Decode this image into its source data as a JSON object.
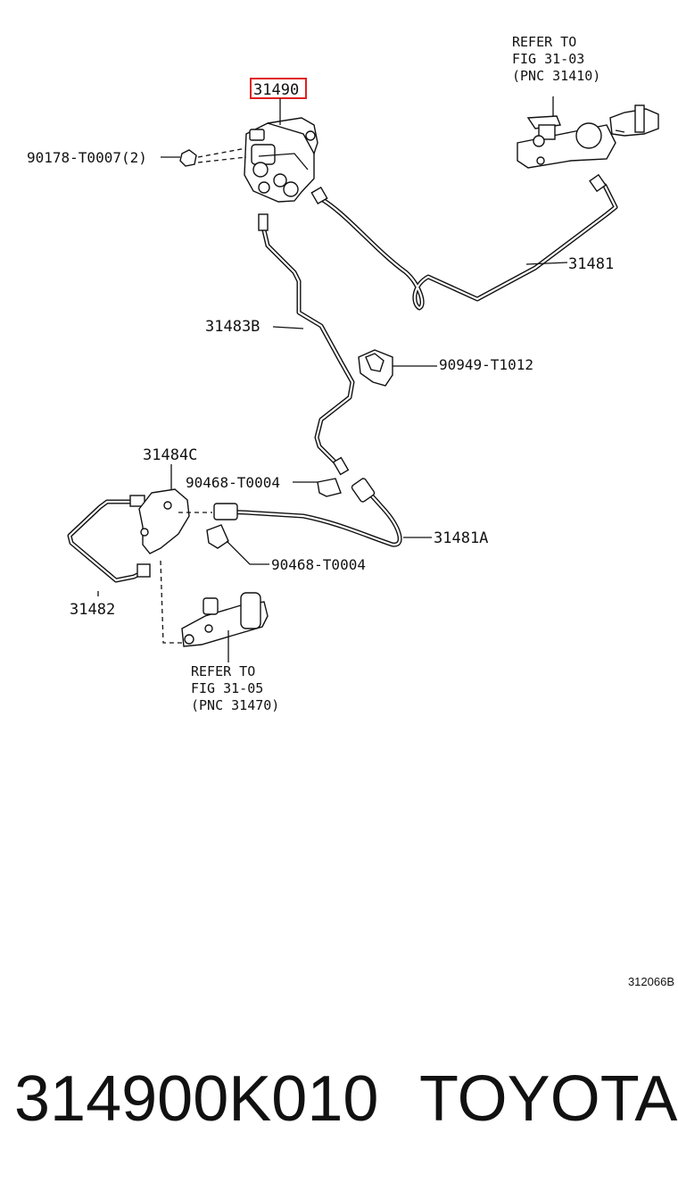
{
  "diagram": {
    "highlight_color": "#e02020",
    "parts": {
      "p31490": "31490",
      "p90178": "90178-T0007(2)",
      "p31481": "31481",
      "p31483B": "31483B",
      "p90949": "90949-T1012",
      "p31484C": "31484C",
      "p90468a": "90468-T0004",
      "p90468b": "90468-T0004",
      "p31481A": "31481A",
      "p31482": "31482"
    },
    "ref_top": [
      "REFER TO",
      "FIG 31-03",
      "(PNC 31410)"
    ],
    "ref_bottom": [
      "REFER TO",
      "FIG 31-05",
      "(PNC 31470)"
    ],
    "drawing_id": "312066B"
  },
  "caption": {
    "part_number": "314900K010",
    "brand": "TOYOTA"
  }
}
